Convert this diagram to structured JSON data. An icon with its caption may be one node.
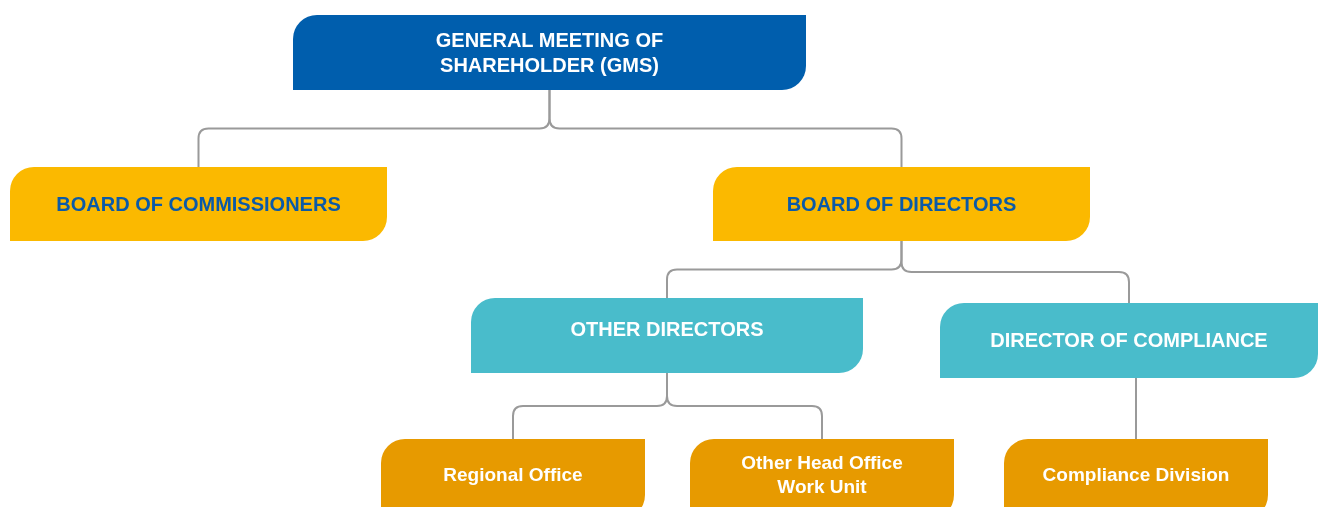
{
  "diagram": {
    "nodes": [
      {
        "text": [
          "GENERAL MEETING OF SHAREHOLDER (GMS)"
        ]
      },
      {
        "text": [
          "BOARD OF COMMISSIONERS"
        ]
      },
      {
        "text": [
          "BOARD OF DIRECTORS"
        ]
      },
      {
        "text": [
          "OTHER DIRECTORS"
        ]
      },
      {
        "text": [
          "DIRECTOR OF COMPLIANCE"
        ]
      },
      {
        "text": [
          "Regional Office"
        ]
      },
      {
        "text": [
          "Other Head Office Work Unit"
        ]
      },
      {
        "text": [
          "Compliance Division"
        ]
      }
    ],
    "edges": [
      {
        "from": 0,
        "to": 1,
        "arrow": "none"
      },
      {
        "from": 0,
        "to": 2,
        "arrow": "none"
      },
      {
        "from": 2,
        "to": 3,
        "arrow": "none"
      },
      {
        "from": 2,
        "to": 4,
        "arrow": "none"
      },
      {
        "from": 3,
        "to": 5,
        "arrow": "none"
      },
      {
        "from": 3,
        "to": 6,
        "arrow": "none"
      },
      {
        "from": 4,
        "to": 7,
        "arrow": "none"
      }
    ]
  }
}
